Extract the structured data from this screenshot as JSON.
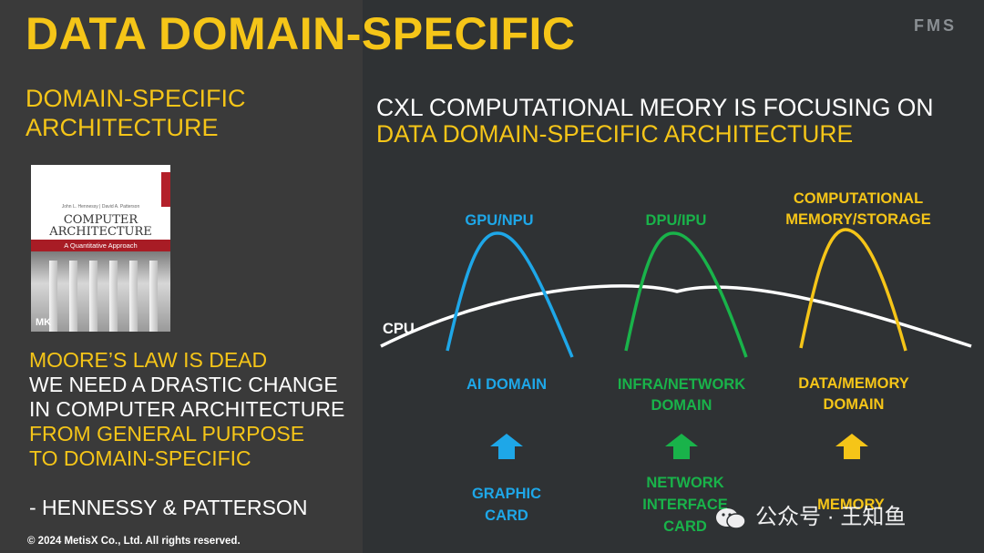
{
  "slide": {
    "title": "DATA DOMAIN-SPECIFIC",
    "logo_text": "FMS",
    "subtitle": [
      "DOMAIN-SPECIFIC",
      "ARCHITECTURE"
    ],
    "book": {
      "authors": "John L. Hennessy | David A. Patterson",
      "title_line1": "COMPUTER",
      "title_line2": "ARCHITECTURE",
      "band": "A Quantitative Approach",
      "publisher_mark": "MK"
    },
    "quote": [
      {
        "text": "MOORE’S LAW IS DEAD",
        "color": "#f5c518"
      },
      {
        "text": "WE NEED A DRASTIC CHANGE",
        "color": "#ffffff"
      },
      {
        "text": "IN COMPUTER ARCHITECTURE",
        "color": "#ffffff"
      },
      {
        "text": "FROM GENERAL PURPOSE",
        "color": "#f5c518"
      },
      {
        "text": "TO DOMAIN-SPECIFIC",
        "color": "#f5c518"
      }
    ],
    "attribution": "- HENNESSY & PATTERSON",
    "copyright": "© 2024 MetisX Co., Ltd. All rights reserved.",
    "headline_line1": "CXL COMPUTATIONAL MEORY  IS FOCUSING ON",
    "headline_line2": "DATA DOMAIN-SPECIFIC ARCHITECTURE",
    "watermark": "公众号 · 王知鱼"
  },
  "diagram": {
    "baseline_label": "CPU",
    "curves": [
      {
        "peak_label": [
          "GPU/NPU"
        ],
        "domain_label": [
          "AI DOMAIN"
        ],
        "device_label": [
          "GRAPHIC",
          "CARD"
        ],
        "color": "#1ea7e8"
      },
      {
        "peak_label": [
          "DPU/IPU"
        ],
        "domain_label": [
          "INFRA/NETWORK",
          "DOMAIN"
        ],
        "device_label": [
          "NETWORK",
          "INTERFACE",
          "CARD"
        ],
        "color": "#19b34a"
      },
      {
        "peak_label": [
          "COMPUTATIONAL",
          "MEMORY/STORAGE"
        ],
        "domain_label": [
          "DATA/MEMORY",
          "DOMAIN"
        ],
        "device_label": [
          "MEMORY"
        ],
        "color": "#f5c518"
      }
    ],
    "colors": {
      "accent": "#f5c518",
      "cpu_curve": "#ffffff",
      "background": "#2f3234",
      "left_panel": "#3a3a3a"
    }
  }
}
